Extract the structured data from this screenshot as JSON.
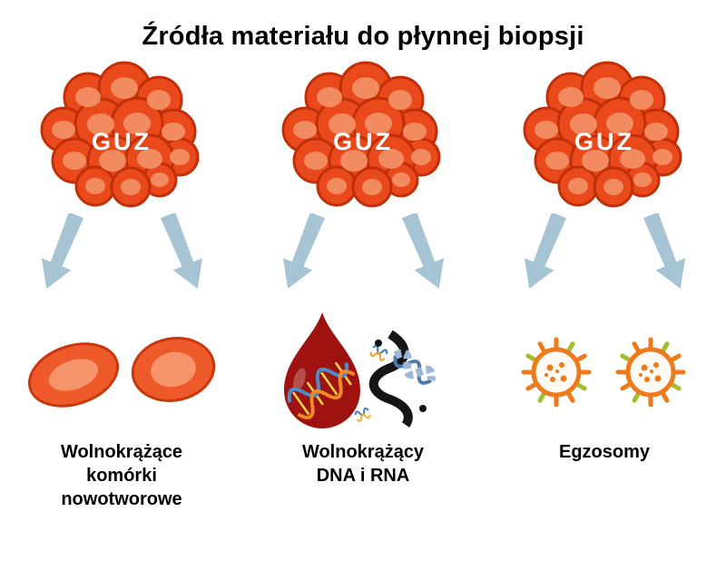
{
  "title": "Źródła materiału do płynnej biopsji",
  "columns": [
    {
      "tumor_label": "GUZ",
      "caption": "Wolnokrążące\nkomórki\nnowotworowe"
    },
    {
      "tumor_label": "GUZ",
      "caption": "Wolnokrążący\nDNA i RNA"
    },
    {
      "tumor_label": "GUZ",
      "caption": "Egzosomy"
    }
  ],
  "colors": {
    "tumor_fill": "#ea4a1b",
    "tumor_stroke": "#c02f07",
    "tumor_inner": "#f28b60",
    "arrow": "#a6c4d4",
    "cell_fill": "#ee5a2a",
    "cell_inner": "#f6946b",
    "blood_drop": "#9e1310",
    "dna_blue": "#4d8cc9",
    "dna_orange": "#ef8a2a",
    "rna_black": "#151515",
    "exosome_orange": "#ee7a1c",
    "exosome_green": "#a3bd2c",
    "text": "#000000"
  }
}
